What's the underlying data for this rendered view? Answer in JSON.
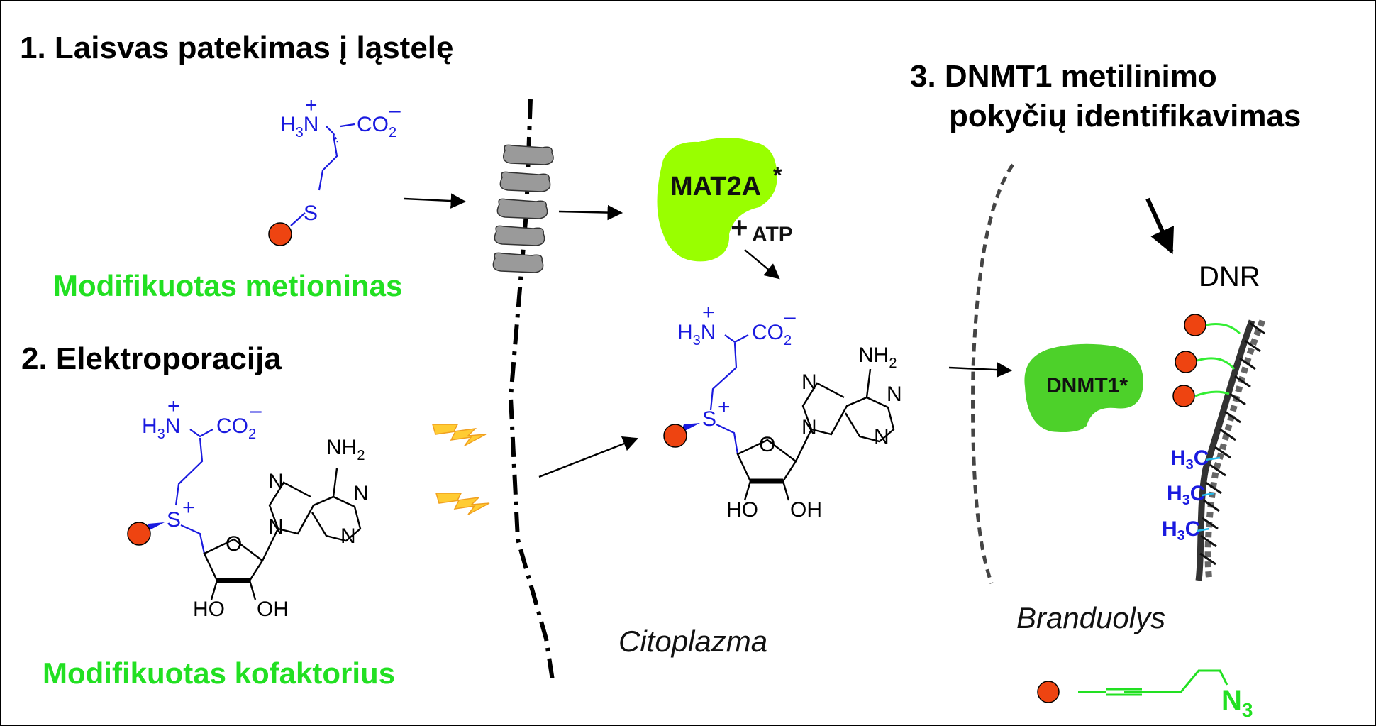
{
  "headings": {
    "step1": "1. Laisvas patekimas į ląstelę",
    "step2": "2. Elektroporacija",
    "step3_line1": "3. DNMT1 metilinimo",
    "step3_line2": "pokyčių identifikavimas"
  },
  "labels": {
    "modified_methionine": "Modifikuotas metioninas",
    "modified_cofactor": "Modifikuotas kofaktorius",
    "cytoplasm": "Citoplazma",
    "nucleus": "Branduolys",
    "dna": "DNR"
  },
  "enzymes": {
    "mat2a": "MAT2A",
    "mat2a_star": "*",
    "dnmt1": "DNMT1*"
  },
  "reagent": {
    "plus": "+",
    "atp": "ATP"
  },
  "chem": {
    "h": "H",
    "three": "3",
    "n": "N",
    "plus": "+",
    "co": "CO",
    "two": "2",
    "minus": "–",
    "s": "S",
    "o": "O",
    "ho": "HO",
    "oh": "OH",
    "nh": "NH",
    "c": "C",
    "n3": "N",
    "n3_sub": "3"
  },
  "colors": {
    "chemistry_blue": "#1a1adf",
    "label_green": "#22e022",
    "enzyme_light_green": "#99ff00",
    "enzyme_green": "#4dd12a",
    "probe_red": "#ee4411",
    "membrane_protein_gray": "#9a9a9a",
    "methyl_cyan": "#22bbee"
  }
}
